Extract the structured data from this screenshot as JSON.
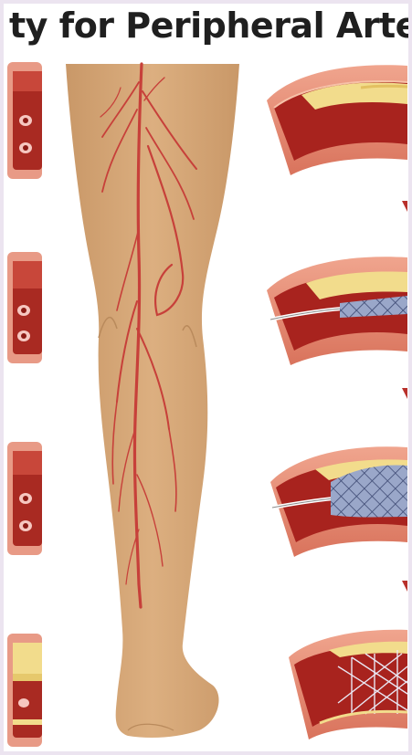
{
  "title": "ty for Peripheral Arter",
  "colors": {
    "skin": "#d6a878",
    "artery": "#c7403a",
    "vessel_wall": "#e8927c",
    "vessel_inner": "#a8231e",
    "plaque": "#f2dc8c",
    "stent": "#7f8fb5",
    "arrow": "#b8302b"
  },
  "panels": {
    "left_cross_sections": [
      "cross-section-1",
      "cross-section-2",
      "cross-section-3",
      "cross-section-4"
    ],
    "right_steps": [
      "plaque-narrowed-artery",
      "catheter-with-stent",
      "stent-expanded",
      "stent-in-place"
    ]
  }
}
